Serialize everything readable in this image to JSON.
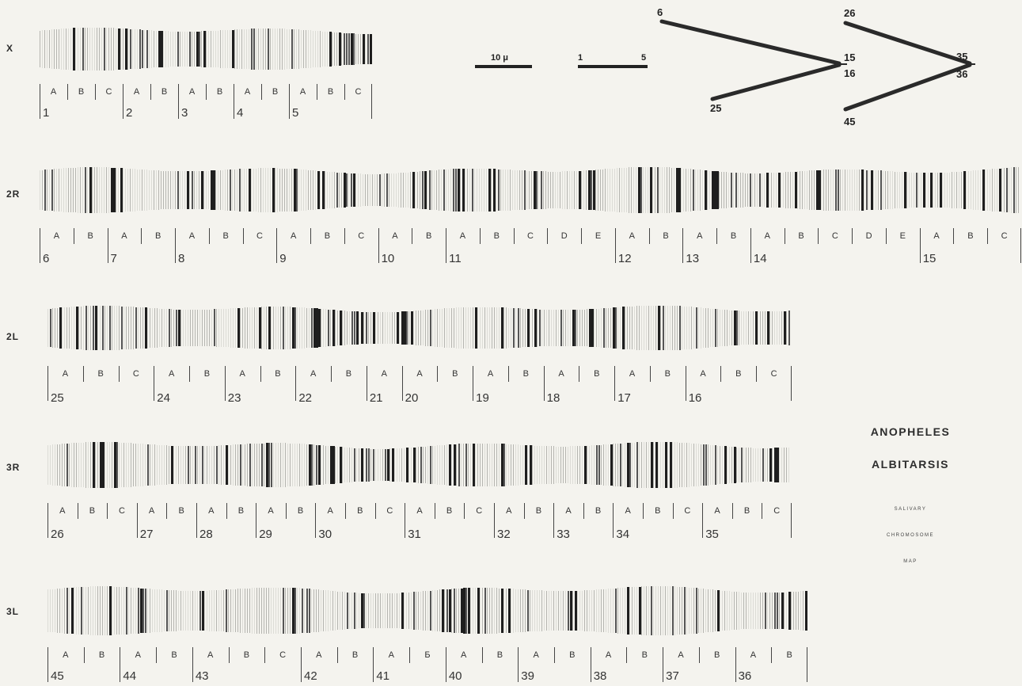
{
  "title": {
    "line1": "ANOPHELES",
    "line2": "ALBITARSIS",
    "sub1": "SALIVARY",
    "sub2": "CHROMOSOME",
    "sub3": "MAP"
  },
  "scale": {
    "micron": "10 μ",
    "start": "1",
    "end": "5"
  },
  "diagram": {
    "labels": [
      "6",
      "25",
      "15",
      "16",
      "26",
      "45",
      "35",
      "36"
    ]
  },
  "arms": [
    {
      "name": "X",
      "sections": [
        {
          "num": "1",
          "subs": [
            "A",
            "B",
            "C"
          ]
        },
        {
          "num": "2",
          "subs": [
            "A",
            "B"
          ]
        },
        {
          "num": "3",
          "subs": [
            "A",
            "B"
          ]
        },
        {
          "num": "4",
          "subs": [
            "A",
            "B"
          ]
        },
        {
          "num": "5",
          "subs": [
            "A",
            "B",
            "C"
          ]
        }
      ]
    },
    {
      "name": "2R",
      "sections": [
        {
          "num": "6",
          "subs": [
            "A",
            "B"
          ]
        },
        {
          "num": "7",
          "subs": [
            "A",
            "B"
          ]
        },
        {
          "num": "8",
          "subs": [
            "A",
            "B",
            "C"
          ]
        },
        {
          "num": "9",
          "subs": [
            "A",
            "B",
            "C"
          ]
        },
        {
          "num": "10",
          "subs": [
            "A",
            "B"
          ]
        },
        {
          "num": "11",
          "subs": [
            "A",
            "B",
            "C",
            "D",
            "E"
          ]
        },
        {
          "num": "12",
          "subs": [
            "A",
            "B"
          ]
        },
        {
          "num": "13",
          "subs": [
            "A",
            "B"
          ]
        },
        {
          "num": "14",
          "subs": [
            "A",
            "B",
            "C",
            "D",
            "E"
          ]
        },
        {
          "num": "15",
          "subs": [
            "A",
            "B",
            "C"
          ]
        }
      ]
    },
    {
      "name": "2L",
      "sections": [
        {
          "num": "25",
          "subs": [
            "A",
            "B",
            "C"
          ]
        },
        {
          "num": "24",
          "subs": [
            "A",
            "B"
          ]
        },
        {
          "num": "23",
          "subs": [
            "A",
            "B"
          ]
        },
        {
          "num": "22",
          "subs": [
            "A",
            "B"
          ]
        },
        {
          "num": "21",
          "subs": [
            "A"
          ]
        },
        {
          "num": "20",
          "subs": [
            "A",
            "B"
          ]
        },
        {
          "num": "19",
          "subs": [
            "A",
            "B"
          ]
        },
        {
          "num": "18",
          "subs": [
            "A",
            "B"
          ]
        },
        {
          "num": "17",
          "subs": [
            "A",
            "B"
          ]
        },
        {
          "num": "16",
          "subs": [
            "A",
            "B",
            "C"
          ]
        }
      ]
    },
    {
      "name": "3R",
      "sections": [
        {
          "num": "26",
          "subs": [
            "A",
            "B",
            "C"
          ]
        },
        {
          "num": "27",
          "subs": [
            "A",
            "B"
          ]
        },
        {
          "num": "28",
          "subs": [
            "A",
            "B"
          ]
        },
        {
          "num": "29",
          "subs": [
            "A",
            "B"
          ]
        },
        {
          "num": "30",
          "subs": [
            "A",
            "B",
            "C"
          ]
        },
        {
          "num": "31",
          "subs": [
            "A",
            "B",
            "C"
          ]
        },
        {
          "num": "32",
          "subs": [
            "A",
            "B"
          ]
        },
        {
          "num": "33",
          "subs": [
            "A",
            "B"
          ]
        },
        {
          "num": "34",
          "subs": [
            "A",
            "B",
            "C"
          ]
        },
        {
          "num": "35",
          "subs": [
            "A",
            "B",
            "C"
          ]
        }
      ]
    },
    {
      "name": "3L",
      "sections": [
        {
          "num": "45",
          "subs": [
            "A",
            "B"
          ]
        },
        {
          "num": "44",
          "subs": [
            "A",
            "B"
          ]
        },
        {
          "num": "43",
          "subs": [
            "A",
            "B",
            "C"
          ]
        },
        {
          "num": "42",
          "subs": [
            "A",
            "B"
          ]
        },
        {
          "num": "41",
          "subs": [
            "A",
            "Б"
          ]
        },
        {
          "num": "40",
          "subs": [
            "A",
            "B"
          ]
        },
        {
          "num": "39",
          "subs": [
            "A",
            "B"
          ]
        },
        {
          "num": "38",
          "subs": [
            "A",
            "B"
          ]
        },
        {
          "num": "37",
          "subs": [
            "A",
            "B"
          ]
        },
        {
          "num": "36",
          "subs": [
            "A",
            "B"
          ]
        }
      ]
    }
  ]
}
